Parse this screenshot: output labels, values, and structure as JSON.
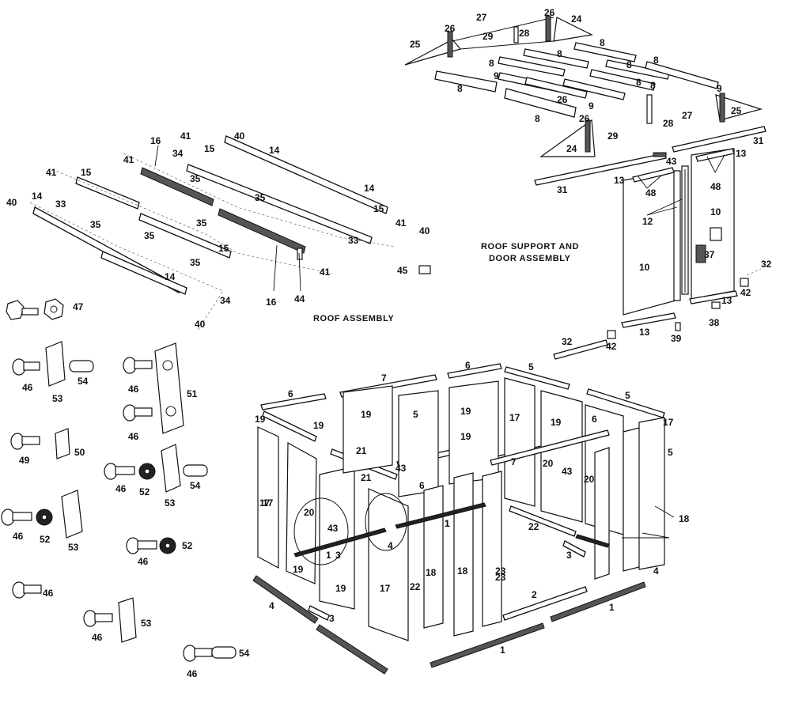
{
  "titles": {
    "roof_assembly": "ROOF ASSEMBLY",
    "roof_support_line1": "ROOF SUPPORT AND",
    "roof_support_line2": "DOOR ASSEMBLY"
  },
  "callouts": {
    "roof_support": [
      "26",
      "27",
      "26",
      "24",
      "25",
      "29",
      "28",
      "8",
      "8",
      "8",
      "8",
      "9",
      "8",
      "9",
      "8",
      "26",
      "8",
      "9",
      "8",
      "8",
      "25",
      "28",
      "27",
      "29",
      "26",
      "24",
      "31",
      "31",
      "43",
      "13",
      "13",
      "48",
      "48",
      "12",
      "10",
      "10",
      "37",
      "32",
      "42",
      "13",
      "38",
      "39",
      "13",
      "42",
      "32"
    ],
    "roof": [
      "41",
      "40",
      "16",
      "34",
      "15",
      "14",
      "41",
      "35",
      "41",
      "15",
      "35",
      "14",
      "40",
      "14",
      "33",
      "35",
      "15",
      "41",
      "35",
      "35",
      "40",
      "33",
      "15",
      "35",
      "41",
      "14",
      "16",
      "44",
      "34",
      "40",
      "45"
    ],
    "hardware": [
      "47",
      "46",
      "54",
      "53",
      "46",
      "51",
      "46",
      "50",
      "49",
      "46",
      "52",
      "53",
      "54",
      "46",
      "52",
      "53",
      "46",
      "52",
      "46",
      "46",
      "53",
      "46",
      "54"
    ],
    "walls": [
      "6",
      "7",
      "6",
      "5",
      "5",
      "19",
      "19",
      "19",
      "5",
      "19",
      "17",
      "19",
      "6",
      "17",
      "5",
      "21",
      "19",
      "43",
      "6",
      "7",
      "20",
      "43",
      "20",
      "17",
      "21",
      "20",
      "1",
      "43",
      "3",
      "4",
      "22",
      "18",
      "17",
      "1",
      "3",
      "23",
      "18",
      "19",
      "1",
      "22",
      "18",
      "23",
      "19",
      "17",
      "4",
      "3",
      "2",
      "1",
      "4",
      "1"
    ]
  }
}
